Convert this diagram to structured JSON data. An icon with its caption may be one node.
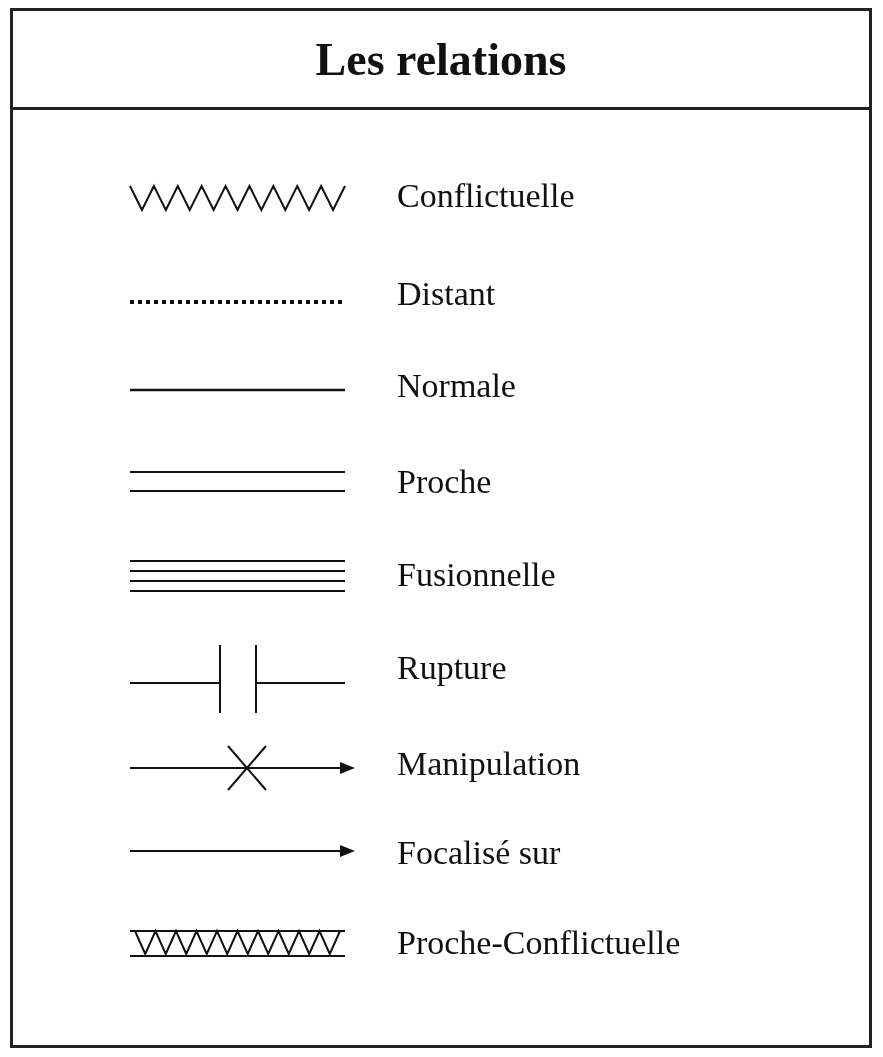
{
  "diagram": {
    "title": "Les relations",
    "legend": [
      {
        "text": "Conflictuelle"
      },
      {
        "text": "Distant"
      },
      {
        "text": "Normale"
      },
      {
        "text": "Proche"
      },
      {
        "text": "Fusionnelle"
      },
      {
        "text": "Rupture"
      },
      {
        "text": "Manipulation"
      },
      {
        "text": "Focalisé sur"
      },
      {
        "text": "Proche-Conflictuelle"
      }
    ]
  }
}
